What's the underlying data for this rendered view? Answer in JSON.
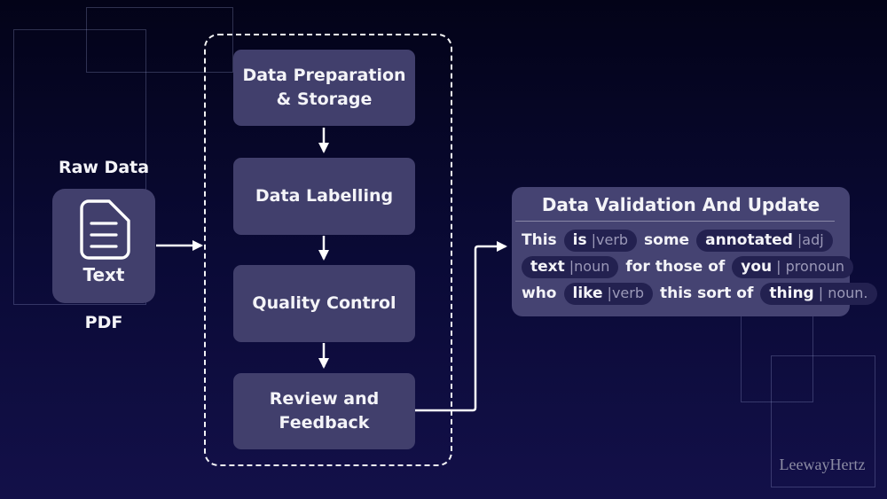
{
  "colors": {
    "background_top": "#030318",
    "background_mid": "#0a0a36",
    "background_bottom": "#131049",
    "node_fill": "#413f6c",
    "pill_fill": "#232150",
    "tag_text": "#9b99b8",
    "text_primary": "#f4f4f8",
    "connector": "#ffffff",
    "watermark_text": "#8d8da5",
    "decor_stroke": "rgba(160,170,220,0.28)"
  },
  "source": {
    "heading": "Raw Data",
    "icon": "document-icon",
    "card_label": "Text",
    "caption": "PDF"
  },
  "pipeline": {
    "steps": [
      {
        "label": "Data Preparation\n& Storage"
      },
      {
        "label": "Data Labelling"
      },
      {
        "label": "Quality Control"
      },
      {
        "label": "Review and\nFeedback"
      }
    ]
  },
  "validation_panel": {
    "title": "Data Validation And Update",
    "rows": [
      [
        {
          "type": "word",
          "text": "This"
        },
        {
          "type": "pill",
          "word": "is",
          "tag": "|verb"
        },
        {
          "type": "word",
          "text": "some"
        },
        {
          "type": "pill",
          "word": "annotated",
          "tag": "|adj"
        }
      ],
      [
        {
          "type": "pill",
          "word": "text",
          "tag": "|noun"
        },
        {
          "type": "word",
          "text": "for those of"
        },
        {
          "type": "pill",
          "word": "you",
          "tag": "| pronoun"
        }
      ],
      [
        {
          "type": "word",
          "text": "who"
        },
        {
          "type": "pill",
          "word": "like",
          "tag": "|verb"
        },
        {
          "type": "word",
          "text": "this sort of"
        },
        {
          "type": "pill",
          "word": "thing",
          "tag": "| noun."
        }
      ]
    ]
  },
  "watermark": {
    "label": "LeewayHertz"
  }
}
